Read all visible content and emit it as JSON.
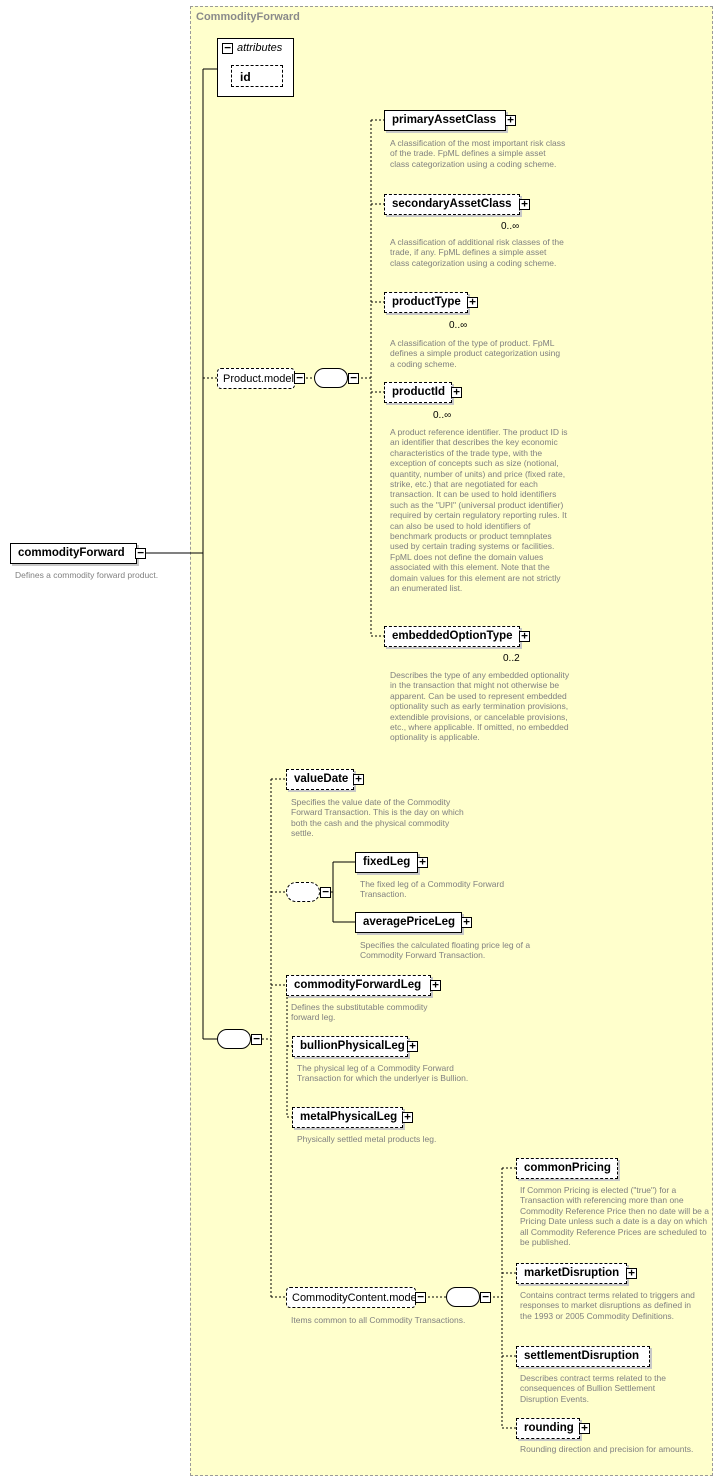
{
  "panel": {
    "title": "CommodityForward"
  },
  "attributes": {
    "label": "attributes",
    "id": "id"
  },
  "root": {
    "label": "commodityForward",
    "desc": "Defines a commodity forward product."
  },
  "product_model": {
    "label": "Product.model",
    "items": [
      {
        "label": "primaryAssetClass",
        "card": "",
        "desc": "A classification of the most important risk class of the trade. FpML defines a simple asset class categorization using a coding scheme."
      },
      {
        "label": "secondaryAssetClass",
        "card": "0..∞",
        "desc": "A classification of additional risk classes of the trade, if any. FpML defines a simple asset class categorization using a coding scheme."
      },
      {
        "label": "productType",
        "card": "0..∞",
        "desc": "A classification of the type of product. FpML defines a simple product categorization using a coding scheme."
      },
      {
        "label": "productId",
        "card": "0..∞",
        "desc": "A product reference identifier. The product ID is an identifier that describes the key economic characteristics of the trade type, with the exception of concepts such as size (notional, quantity, number of units) and price (fixed rate, strike, etc.) that are negotiated for each transaction. It can be used to hold identifiers such as the \"UPI\" (universal product identifier) required by certain regulatory reporting rules. It can also be used to hold identifiers of benchmark products or product temnplates used by certain trading systems or facilities. FpML does not define the domain values associated with this element. Note that the domain values for this element are not strictly an enumerated list."
      },
      {
        "label": "embeddedOptionType",
        "card": "0..2",
        "desc": "Describes the type of any embedded optionality in the transaction that might not otherwise be apparent. Can be used to represent embedded optionality such as early termination provisions, extendible provisions, or cancelable provisions, etc., where applicable. If omitted, no embedded optionality is applicable."
      }
    ]
  },
  "value_date": {
    "label": "valueDate",
    "desc": "Specifies the value date of the Commodity Forward Transaction. This is the day on which both the cash and the physical commodity settle."
  },
  "fixed_leg": {
    "label": "fixedLeg",
    "desc": "The fixed leg of a Commodity Forward Transaction."
  },
  "average_price_leg": {
    "label": "averagePriceLeg",
    "desc": "Specifies the calculated floating price leg of a Commodity Forward Transaction."
  },
  "commodity_forward_leg": {
    "label": "commodityForwardLeg",
    "desc": "Defines the substitutable commodity forward leg."
  },
  "bullion_physical_leg": {
    "label": "bullionPhysicalLeg",
    "desc": "The physical leg of a Commodity Forward Transaction for which the underlyer is Bullion."
  },
  "metal_physical_leg": {
    "label": "metalPhysicalLeg",
    "desc": "Physically settled metal products leg."
  },
  "commodity_content": {
    "label": "CommodityContent.model",
    "desc": "Items common to all Commodity Transactions.",
    "items": [
      {
        "label": "commonPricing",
        "desc": "If Common Pricing is elected (\"true\") for a Transaction with referencing more than one Commodity Reference Price then no date will be a Pricing Date unless such a date is a day on which all Commodity Reference Prices are scheduled to be published."
      },
      {
        "label": "marketDisruption",
        "desc": "Contains contract terms related to triggers and responses to market disruptions as defined in the 1993 or 2005 Commodity Definitions."
      },
      {
        "label": "settlementDisruption",
        "desc": "Describes contract terms related to the consequences of Bullion Settlement Disruption Events."
      },
      {
        "label": "rounding",
        "desc": "Rounding direction and precision for amounts."
      }
    ]
  }
}
